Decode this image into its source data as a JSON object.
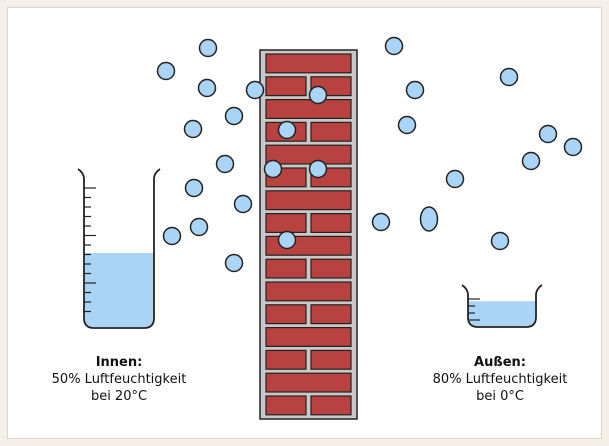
{
  "inside": {
    "title": "Innen:",
    "humidity": "50% Luftfeuchtigkeit",
    "temperature": "bei 20°C",
    "fill_fraction": 0.5
  },
  "outside": {
    "title": "Außen:",
    "humidity": "80% Luftfeuchtigkeit",
    "temperature": "bei 0°C",
    "fill_fraction": 0.8
  },
  "colors": {
    "background": "#f4efe9",
    "panel": "#ffffff",
    "brick": "#b8423f",
    "mortar": "#c8c8c8",
    "water": "#aad4f6",
    "droplet": "#aad4f6",
    "outline": "#222222"
  }
}
